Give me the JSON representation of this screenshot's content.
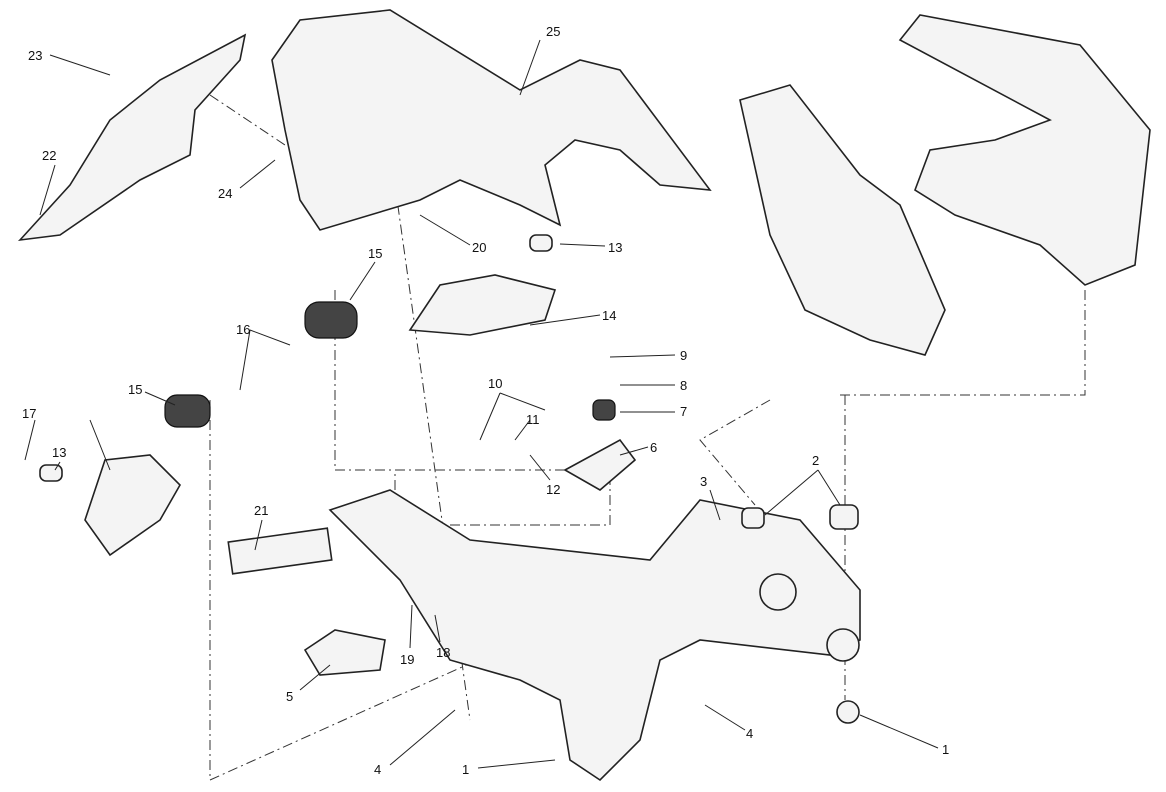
{
  "diagram": {
    "type": "exploded-parts-view",
    "callouts": [
      "23",
      "25",
      "22",
      "24",
      "20",
      "13",
      "15",
      "14",
      "16",
      "9",
      "8",
      "10",
      "11",
      "7",
      "15",
      "17",
      "6",
      "13",
      "12",
      "3",
      "2",
      "21",
      "19",
      "18",
      "5",
      "4",
      "1",
      "4",
      "1"
    ]
  }
}
